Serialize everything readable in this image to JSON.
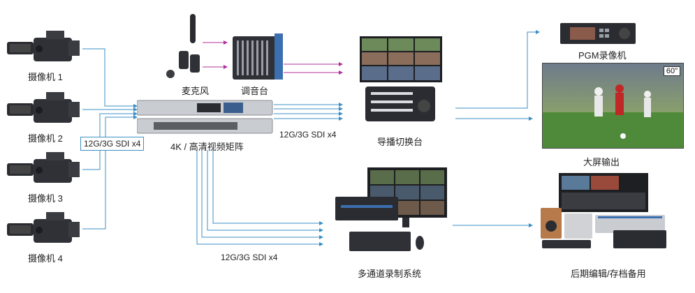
{
  "cameras": [
    {
      "label": "摄像机 1"
    },
    {
      "label": "摄像机 2"
    },
    {
      "label": "摄像机 3"
    },
    {
      "label": "摄像机 4"
    }
  ],
  "nodes": {
    "microphone": "麦克风",
    "mixer": "调音台",
    "matrix": "4K / 高清视频矩阵",
    "switcher": "导播切换台",
    "pgm_recorder": "PGM录像机",
    "big_screen": "大屏输出",
    "multi_recorder": "多通道录制系统",
    "post_production": "后期编辑/存档备用"
  },
  "link_labels": {
    "camera_to_matrix": "12G/3G SDI x4",
    "matrix_to_switcher": "12G/3G SDI x4",
    "matrix_to_recorder": "12G/3G SDI x4"
  },
  "screen_badge": "60\"",
  "colors": {
    "video_wire": "#3b8fc4",
    "audio_wire": "#b0309a",
    "device_dark": "#2a2c31",
    "device_silver": "#c9ccd1"
  }
}
